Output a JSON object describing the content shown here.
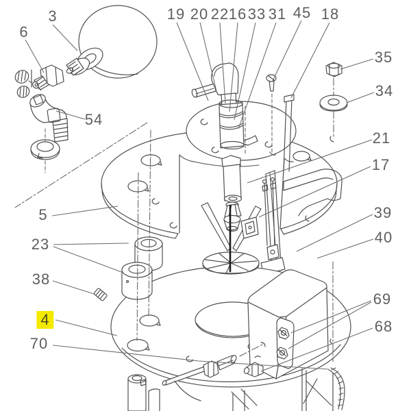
{
  "diagram": {
    "type": "exploded-parts-diagram",
    "subject": "Burner assembly exploded view with numbered part callouts",
    "background_color": "#ffffff",
    "line_color": "#4f4f4f",
    "label_color": "#5e5e5e",
    "highlight_color": "#f3ea00",
    "callouts": [
      {
        "label": "19",
        "highlighted": false
      },
      {
        "label": "20",
        "highlighted": false
      },
      {
        "label": "22",
        "highlighted": false
      },
      {
        "label": "16",
        "highlighted": false
      },
      {
        "label": "33",
        "highlighted": false
      },
      {
        "label": "31",
        "highlighted": false
      },
      {
        "label": "45",
        "highlighted": false
      },
      {
        "label": "18",
        "highlighted": false
      },
      {
        "label": "3",
        "highlighted": false
      },
      {
        "label": "6",
        "highlighted": false
      },
      {
        "label": "54",
        "highlighted": false
      },
      {
        "label": "35",
        "highlighted": false
      },
      {
        "label": "34",
        "highlighted": false
      },
      {
        "label": "21",
        "highlighted": false
      },
      {
        "label": "17",
        "highlighted": false
      },
      {
        "label": "5",
        "highlighted": false
      },
      {
        "label": "23",
        "highlighted": false
      },
      {
        "label": "39",
        "highlighted": false
      },
      {
        "label": "40",
        "highlighted": false
      },
      {
        "label": "38",
        "highlighted": false
      },
      {
        "label": "4",
        "highlighted": true
      },
      {
        "label": "70",
        "highlighted": false
      },
      {
        "label": "69",
        "highlighted": false
      },
      {
        "label": "68",
        "highlighted": false
      }
    ]
  }
}
